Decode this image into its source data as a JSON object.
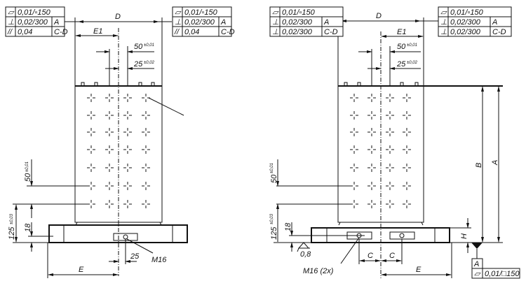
{
  "left_view": {
    "fcf_left": [
      [
        "▱",
        "0,01/▫150",
        ""
      ],
      [
        "⊥",
        "0,02/300",
        "A"
      ],
      [
        "//",
        "0,04",
        "C-D"
      ]
    ],
    "fcf_right": [
      [
        "▱",
        "0,01/▫150",
        ""
      ],
      [
        "⊥",
        "0,02/300",
        "A"
      ],
      [
        "//",
        "0,04",
        "C-D"
      ]
    ],
    "dim_D": "D",
    "dim_E1": "E1",
    "dim_50": "50",
    "tol_50": "±0,01",
    "dim_25": "25",
    "tol_25": "±0,02",
    "dim_50v": "50",
    "tol_50v": "±0,01",
    "dim_125": "125",
    "tol_125": "±0,03",
    "dim_18": "18",
    "dim_E": "E",
    "dim_25b": "25",
    "thread": "M16"
  },
  "right_view": {
    "fcf_left": [
      [
        "▱",
        "0,01/▫150",
        ""
      ],
      [
        "⊥",
        "0,02/300",
        "A"
      ],
      [
        "⊥",
        "0,02/300",
        "C-D"
      ]
    ],
    "fcf_right": [
      [
        "▱",
        "0,01/▫150",
        ""
      ],
      [
        "⊥",
        "0,02/300",
        "A"
      ],
      [
        "⊥",
        "0,02/300",
        "C-D"
      ]
    ],
    "dim_D": "D",
    "dim_E1": "E1",
    "dim_50": "50",
    "tol_50": "±0,01",
    "dim_25": "25",
    "tol_25": "±0,02",
    "dim_50v": "50",
    "tol_50v": "±0,01",
    "dim_125": "125",
    "tol_125": "±0,03",
    "dim_18": "18",
    "dim_B": "B",
    "dim_A": "A",
    "dim_H": "H",
    "dim_C1": "C",
    "dim_C2": "C",
    "dim_E": "E",
    "thread": "M16 (2x)",
    "roughness": "0,8",
    "datum": "A",
    "datum_fcf_symbol": "▱",
    "datum_fcf_value": "0,01/□150"
  }
}
